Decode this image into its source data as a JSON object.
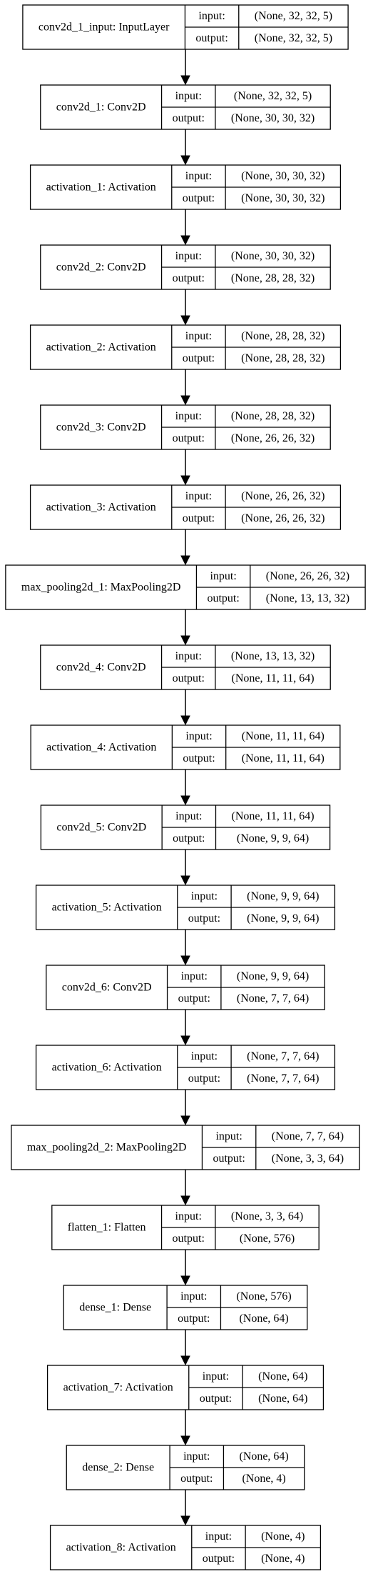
{
  "labels": {
    "input": "input:",
    "output": "output:"
  },
  "layers": [
    {
      "name": "conv2d_1_input: InputLayer",
      "input": "(None, 32, 32, 5)",
      "output": "(None, 32, 32, 5)"
    },
    {
      "name": "conv2d_1: Conv2D",
      "input": "(None, 32, 32, 5)",
      "output": "(None, 30, 30, 32)"
    },
    {
      "name": "activation_1: Activation",
      "input": "(None, 30, 30, 32)",
      "output": "(None, 30, 30, 32)"
    },
    {
      "name": "conv2d_2: Conv2D",
      "input": "(None, 30, 30, 32)",
      "output": "(None, 28, 28, 32)"
    },
    {
      "name": "activation_2: Activation",
      "input": "(None, 28, 28, 32)",
      "output": "(None, 28, 28, 32)"
    },
    {
      "name": "conv2d_3: Conv2D",
      "input": "(None, 28, 28, 32)",
      "output": "(None, 26, 26, 32)"
    },
    {
      "name": "activation_3: Activation",
      "input": "(None, 26, 26, 32)",
      "output": "(None, 26, 26, 32)"
    },
    {
      "name": "max_pooling2d_1: MaxPooling2D",
      "input": "(None, 26, 26, 32)",
      "output": "(None, 13, 13, 32)"
    },
    {
      "name": "conv2d_4: Conv2D",
      "input": "(None, 13, 13, 32)",
      "output": "(None, 11, 11, 64)"
    },
    {
      "name": "activation_4: Activation",
      "input": "(None, 11, 11, 64)",
      "output": "(None, 11, 11, 64)"
    },
    {
      "name": "conv2d_5: Conv2D",
      "input": "(None, 11, 11, 64)",
      "output": "(None, 9, 9, 64)"
    },
    {
      "name": "activation_5: Activation",
      "input": "(None, 9, 9, 64)",
      "output": "(None, 9, 9, 64)"
    },
    {
      "name": "conv2d_6: Conv2D",
      "input": "(None, 9, 9, 64)",
      "output": "(None, 7, 7, 64)"
    },
    {
      "name": "activation_6: Activation",
      "input": "(None, 7, 7, 64)",
      "output": "(None, 7, 7, 64)"
    },
    {
      "name": "max_pooling2d_2: MaxPooling2D",
      "input": "(None, 7, 7, 64)",
      "output": "(None, 3, 3, 64)"
    },
    {
      "name": "flatten_1: Flatten",
      "input": "(None, 3, 3, 64)",
      "output": "(None, 576)"
    },
    {
      "name": "dense_1: Dense",
      "input": "(None, 576)",
      "output": "(None, 64)"
    },
    {
      "name": "activation_7: Activation",
      "input": "(None, 64)",
      "output": "(None, 64)"
    },
    {
      "name": "dense_2: Dense",
      "input": "(None, 64)",
      "output": "(None, 4)"
    },
    {
      "name": "activation_8: Activation",
      "input": "(None, 4)",
      "output": "(None, 4)"
    }
  ]
}
